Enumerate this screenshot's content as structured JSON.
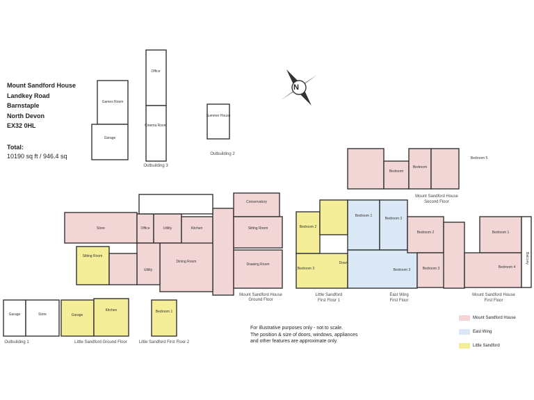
{
  "property": {
    "name": "Mount Sandford House",
    "street": "Landkey Road",
    "town": "Barnstaple",
    "county": "North Devon",
    "postcode": "EX32 0HL"
  },
  "total": {
    "title": "Total:",
    "value": "10190 sq ft / 946.4 sq"
  },
  "compass_letter": "N",
  "colors": {
    "mount_sandford": "#f2d6d6",
    "east_wing": "#d9e8f4",
    "little_sandford": "#f4ee98",
    "outline": "#333333"
  },
  "captions": {
    "outbuilding1": "Outbuilding 1",
    "outbuilding2": "Outbuilding 2",
    "outbuilding3": "Outbuilding 3",
    "second_floor_1": "Mount Sandford House",
    "second_floor_2": "Second Floor",
    "ground_floor_1": "Mount Sandford House",
    "ground_floor_2": "Ground Floor",
    "little_ground": "Little Sandford Ground Floor",
    "little_first_2": "Little Sandford First Floor 2",
    "little_first_1a": "Little Sandford",
    "little_first_1b": "First Floor 1",
    "east_wing_1": "East Wing",
    "east_wing_2": "First Floor",
    "msh_first_1": "Mount Sandford House",
    "msh_first_2": "First Floor"
  },
  "rooms": {
    "garage_o1": "Garage",
    "store_o1": "Store",
    "games": "Games Room",
    "garage_o3": "Garage",
    "office_o3": "Office",
    "cinema": "Cinema Room",
    "summer": "Summer House",
    "store_g": "Store",
    "office_g": "Office",
    "utility_g": "Utility",
    "kitchen_g": "Kitchen",
    "conservatory": "Conservatory",
    "sitting_g": "Sitting Room",
    "drawing": "Drawing Room",
    "dining": "Dining Room",
    "utility_g2": "Utility",
    "ls_sitting": "Sitting Room",
    "ls_garage": "Garage",
    "ls_kitchen": "Kitchen",
    "ls_bed1": "Bedroom 1",
    "lf_bed2": "Bedroom 2",
    "lf_bed3": "Bedroom 3",
    "ew_bed1": "Bedroom 1",
    "ew_bed2": "Bedroom 2",
    "ew_bed3": "Bedroom 3",
    "msh_bed2": "Bedroom 2",
    "msh_bed1": "Bedroom 1",
    "msh_bed3": "Bedroom 3",
    "msh_bed4": "Bedroom 4",
    "balcony": "Balcony",
    "sf_bed": "Bedroom",
    "sf_bed2": "Bedroom",
    "sf_bed5": "Bedroom 5",
    "down": "Down"
  },
  "disclaimer": {
    "line1": "For illustrative purposes only - not to scale.",
    "line2": "The position & size of doors, windows, appliances",
    "line3": "and other features are approximate only."
  },
  "legend": [
    {
      "label": "Mount Sandford House",
      "color": "#f2d6d6"
    },
    {
      "label": "East Wing",
      "color": "#d9e8f4"
    },
    {
      "label": "Little Sandford",
      "color": "#f4ee98"
    }
  ]
}
